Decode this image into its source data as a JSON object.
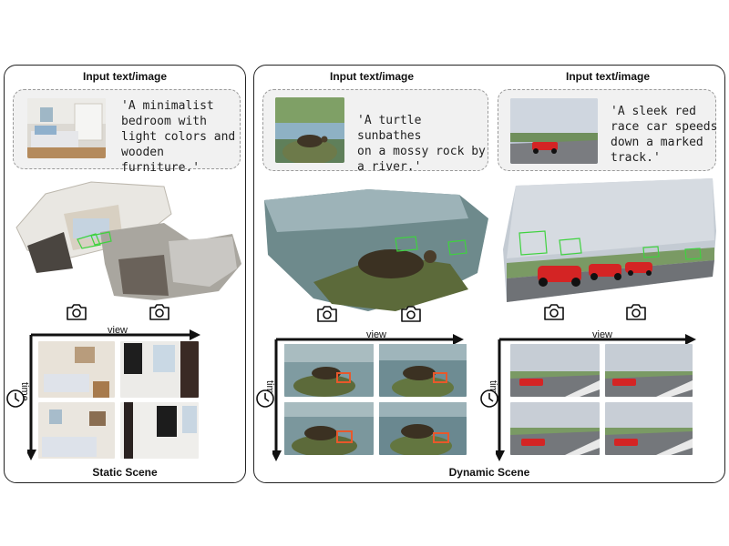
{
  "static_panel": {
    "header": "Input text/image",
    "prompt": "'A minimalist\nbedroom with\nlight colors and\nwooden furniture.'",
    "view_label": "view",
    "time_label": "time",
    "footer": "Static Scene"
  },
  "dynamic_panel": {
    "left": {
      "header": "Input text/image",
      "prompt": "'A turtle sunbathes\non a mossy rock by\na river.'",
      "view_label": "view",
      "time_label": "time"
    },
    "right": {
      "header": "Input text/image",
      "prompt": "'A sleek red\nrace car speeds\ndown a marked\ntrack.'",
      "view_label": "view",
      "time_label": "time"
    },
    "footer": "Dynamic Scene"
  },
  "icons": {
    "camera": "camera-icon",
    "clock": "clock-icon"
  },
  "colors": {
    "panel_border": "#222222",
    "prompt_bg": "#f1f1f1",
    "car_red": "#d42424",
    "frustum_green": "#3fd23f",
    "highlight_box": "#e8582b"
  }
}
